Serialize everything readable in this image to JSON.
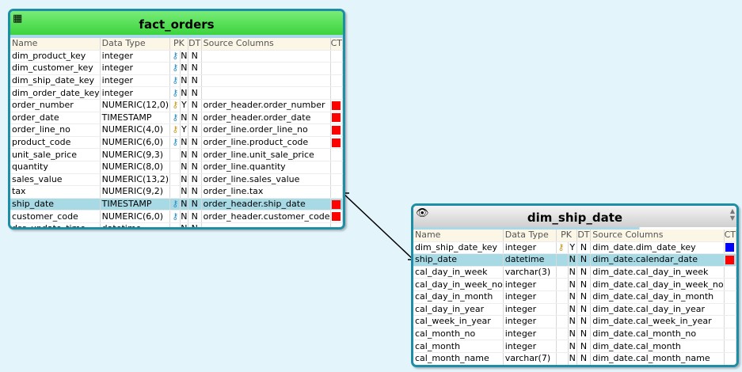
{
  "fact_orders": {
    "title": "fact_orders",
    "header": {
      "name": "Name",
      "data_type": "Data Type",
      "pk": "PK",
      "dt": "DT",
      "source": "Source Columns",
      "ct": "CT"
    },
    "rows": [
      {
        "name": "dim_product_key",
        "type": "integer",
        "key": "blue",
        "pk": "N",
        "dt": "N",
        "source": "",
        "ct": ""
      },
      {
        "name": "dim_customer_key",
        "type": "integer",
        "key": "blue",
        "pk": "N",
        "dt": "N",
        "source": "",
        "ct": ""
      },
      {
        "name": "dim_ship_date_key",
        "type": "integer",
        "key": "blue",
        "pk": "N",
        "dt": "N",
        "source": "",
        "ct": ""
      },
      {
        "name": "dim_order_date_key",
        "type": "integer",
        "key": "blue",
        "pk": "N",
        "dt": "N",
        "source": "",
        "ct": ""
      },
      {
        "name": "order_number",
        "type": "NUMERIC(12,0)",
        "key": "gold",
        "pk": "Y",
        "dt": "N",
        "source": "order_header.order_number",
        "ct": "#ff0000"
      },
      {
        "name": "order_date",
        "type": "TIMESTAMP",
        "key": "blue",
        "pk": "N",
        "dt": "N",
        "source": "order_header.order_date",
        "ct": "#ff0000"
      },
      {
        "name": "order_line_no",
        "type": "NUMERIC(4,0)",
        "key": "gold",
        "pk": "Y",
        "dt": "N",
        "source": "order_line.order_line_no",
        "ct": "#ff0000"
      },
      {
        "name": "product_code",
        "type": "NUMERIC(6,0)",
        "key": "blue",
        "pk": "N",
        "dt": "N",
        "source": "order_line.product_code",
        "ct": "#ff0000"
      },
      {
        "name": "unit_sale_price",
        "type": "NUMERIC(9,3)",
        "key": "",
        "pk": "N",
        "dt": "N",
        "source": "order_line.unit_sale_price",
        "ct": ""
      },
      {
        "name": "quantity",
        "type": "NUMERIC(8,0)",
        "key": "",
        "pk": "N",
        "dt": "N",
        "source": "order_line.quantity",
        "ct": ""
      },
      {
        "name": "sales_value",
        "type": "NUMERIC(13,2)",
        "key": "",
        "pk": "N",
        "dt": "N",
        "source": "order_line.sales_value",
        "ct": ""
      },
      {
        "name": "tax",
        "type": "NUMERIC(9,2)",
        "key": "",
        "pk": "N",
        "dt": "N",
        "source": "order_line.tax",
        "ct": ""
      },
      {
        "name": "ship_date",
        "type": "TIMESTAMP",
        "key": "blue",
        "pk": "N",
        "dt": "N",
        "source": "order_header.ship_date",
        "ct": "#ff0000",
        "selected": true
      },
      {
        "name": "customer_code",
        "type": "NUMERIC(6,0)",
        "key": "blue",
        "pk": "N",
        "dt": "N",
        "source": "order_header.customer_code",
        "ct": "#ff0000"
      },
      {
        "name": "dss_update_time",
        "type": "datetime",
        "key": "",
        "pk": "N",
        "dt": "N",
        "source": "",
        "ct": ""
      }
    ]
  },
  "dim_ship_date": {
    "title": "dim_ship_date",
    "header": {
      "name": "Name",
      "data_type": "Data Type",
      "pk": "PK",
      "dt": "DT",
      "source": "Source Columns",
      "ct": "CT"
    },
    "rows": [
      {
        "name": "dim_ship_date_key",
        "type": "integer",
        "key": "gold",
        "pk": "Y",
        "dt": "N",
        "source": "dim_date.dim_date_key",
        "ct": "#0000ff"
      },
      {
        "name": "ship_date",
        "type": "datetime",
        "key": "",
        "pk": "N",
        "dt": "N",
        "source": "dim_date.calendar_date",
        "ct": "#ff0000",
        "selected": true
      },
      {
        "name": "cal_day_in_week",
        "type": "varchar(3)",
        "key": "",
        "pk": "N",
        "dt": "N",
        "source": "dim_date.cal_day_in_week",
        "ct": ""
      },
      {
        "name": "cal_day_in_week_no",
        "type": "integer",
        "key": "",
        "pk": "N",
        "dt": "N",
        "source": "dim_date.cal_day_in_week_no",
        "ct": ""
      },
      {
        "name": "cal_day_in_month",
        "type": "integer",
        "key": "",
        "pk": "N",
        "dt": "N",
        "source": "dim_date.cal_day_in_month",
        "ct": ""
      },
      {
        "name": "cal_day_in_year",
        "type": "integer",
        "key": "",
        "pk": "N",
        "dt": "N",
        "source": "dim_date.cal_day_in_year",
        "ct": ""
      },
      {
        "name": "cal_week_in_year",
        "type": "integer",
        "key": "",
        "pk": "N",
        "dt": "N",
        "source": "dim_date.cal_week_in_year",
        "ct": ""
      },
      {
        "name": "cal_month_no",
        "type": "integer",
        "key": "",
        "pk": "N",
        "dt": "N",
        "source": "dim_date.cal_month_no",
        "ct": ""
      },
      {
        "name": "cal_month",
        "type": "integer",
        "key": "",
        "pk": "N",
        "dt": "N",
        "source": "dim_date.cal_month",
        "ct": ""
      },
      {
        "name": "cal_month_name",
        "type": "varchar(7)",
        "key": "",
        "pk": "N",
        "dt": "N",
        "source": "dim_date.cal_month_name",
        "ct": ""
      }
    ]
  }
}
